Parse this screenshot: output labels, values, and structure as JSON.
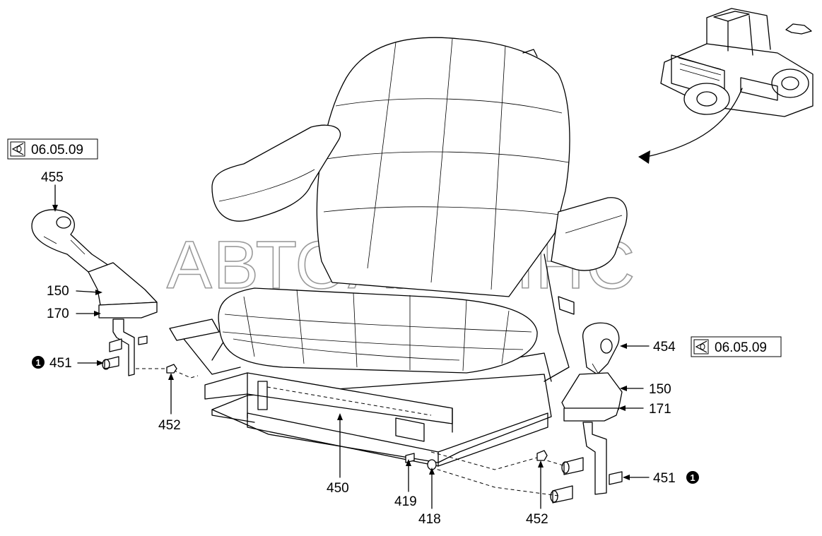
{
  "watermark": "АВТОАЛЬЯНС",
  "callouts": {
    "p455": "455",
    "p150_left": "150",
    "p170": "170",
    "p451_left": "451",
    "p452_left": "452",
    "p450": "450",
    "p419": "419",
    "p418": "418",
    "p452_right": "452",
    "p451_right": "451",
    "p171": "171",
    "p150_right": "150",
    "p454": "454"
  },
  "notes": {
    "note_marker": "1"
  },
  "references": {
    "ref_left": "06.05.09",
    "ref_right": "06.05.09"
  },
  "icons": {
    "reference": "view-reference-icon",
    "note": "numbered-note-icon"
  },
  "colors": {
    "line": "#000000",
    "watermark": "#9a9a9a",
    "background": "#ffffff"
  }
}
